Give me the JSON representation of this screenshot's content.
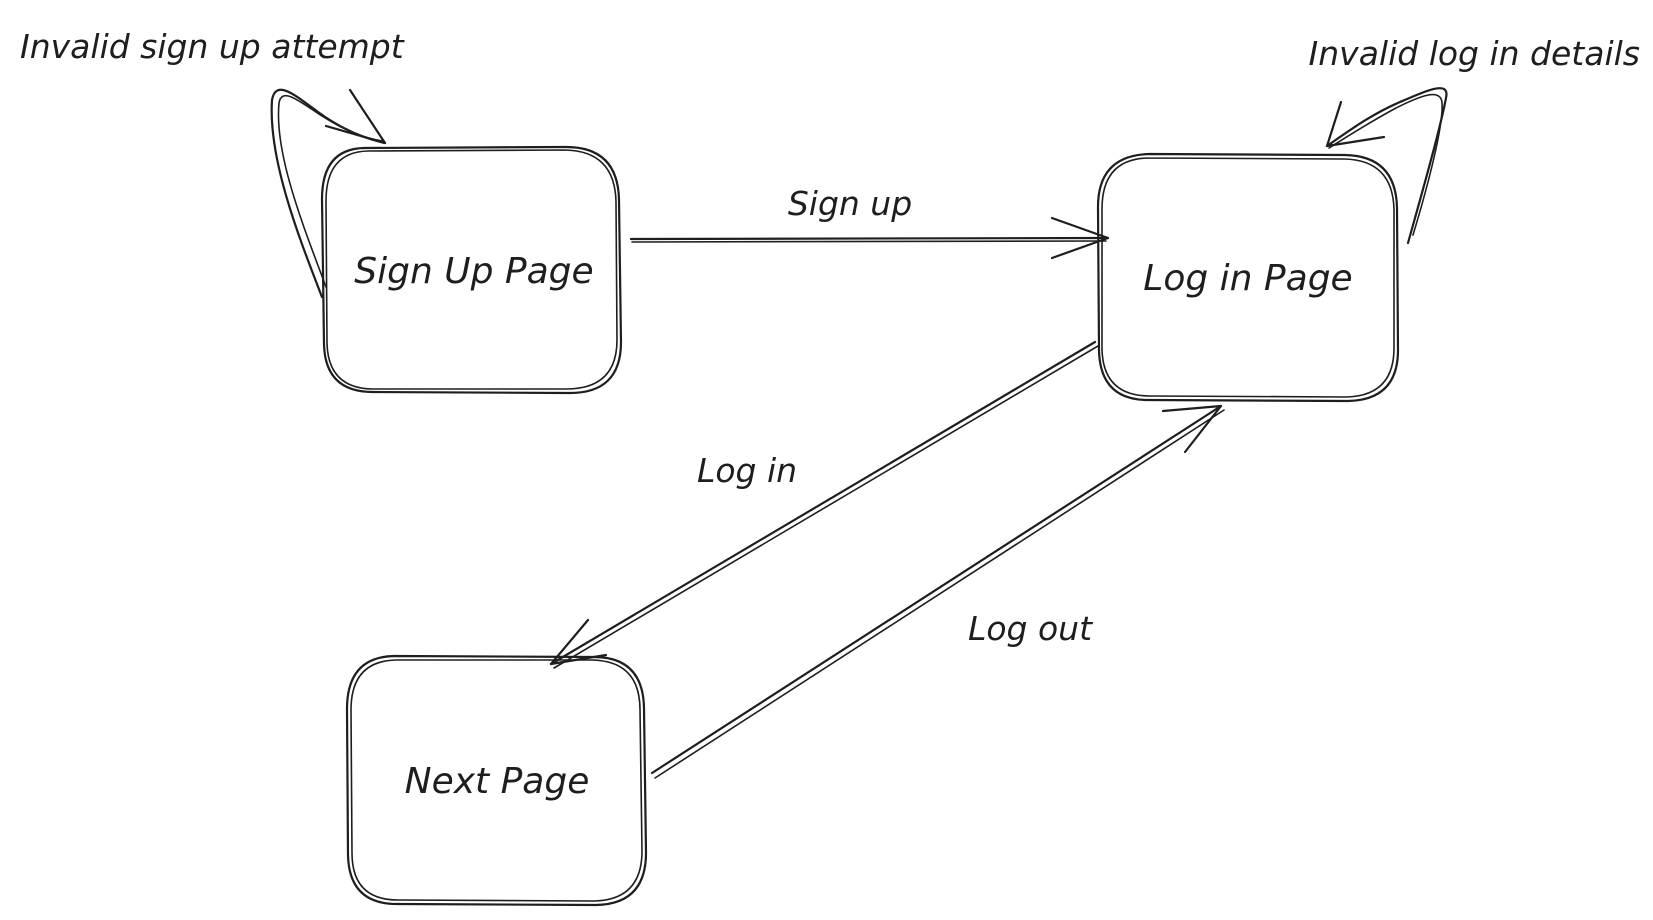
{
  "nodes": {
    "sign_up_page": "Sign Up Page",
    "log_in_page": "Log in Page",
    "next_page": "Next Page"
  },
  "edges": {
    "sign_up": "Sign up",
    "log_in": "Log in",
    "log_out": "Log out",
    "invalid_sign_up": "Invalid sign up attempt",
    "invalid_log_in": "Invalid log in details"
  },
  "colors": {
    "stroke": "#1e1e1e",
    "background": "#ffffff"
  }
}
